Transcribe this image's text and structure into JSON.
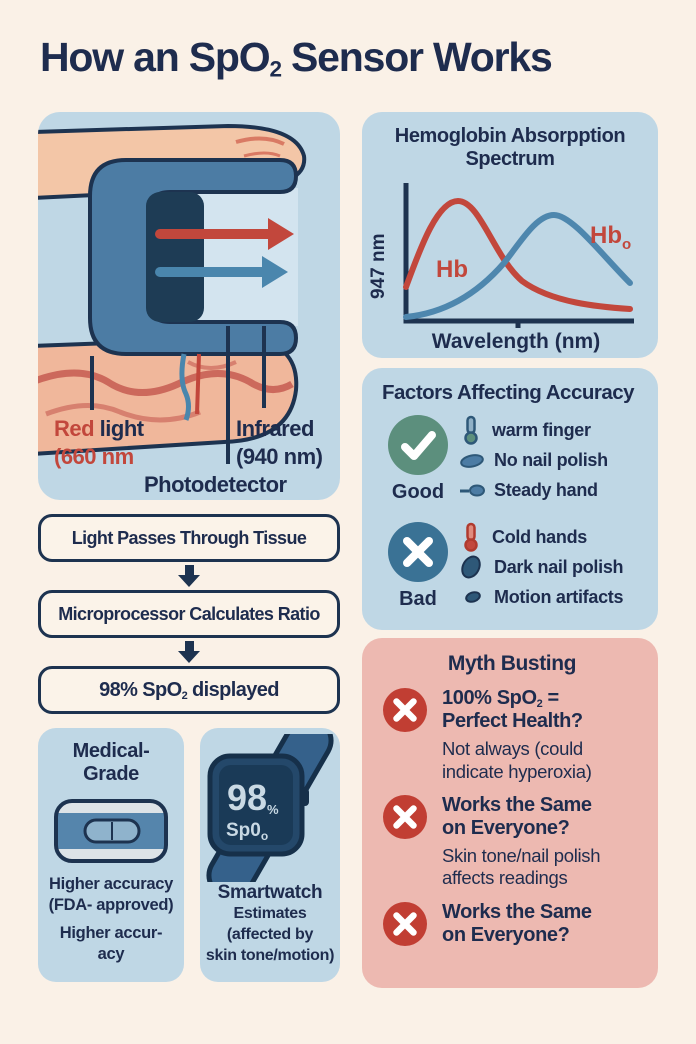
{
  "title": {
    "pre": "How an SpO",
    "sub": "2",
    "post": " Sensor Works"
  },
  "colors": {
    "background": "#FAF1E7",
    "navy": "#1E2C4E",
    "panel_blue": "#BFD7E5",
    "red": "#C2473C",
    "curve_blue": "#4E87AE",
    "good_green": "#5C8F7D",
    "bad_blue": "#3A7295",
    "myth_pink": "#EDB9B1",
    "myth_red": "#C13E33",
    "box_cream": "#FBF3E9"
  },
  "sensor_panel": {
    "red_light_word1": "Red",
    "red_light_word2": " light",
    "red_light_line2": "(660 nm",
    "infrared_line1": "Infrared",
    "infrared_line2": "(940 nm)",
    "photodetector": "Photodetector"
  },
  "spectrum_chart": {
    "title_line1": "Hemoglobin Absorpption",
    "title_line2": "Spectrum",
    "ylabel": "947 nm",
    "xlabel": "Wavelength (nm)",
    "label_hb": "Hb",
    "label_hbo_pre": "Hb",
    "label_hbo_sub": "o"
  },
  "chart_data": {
    "type": "line",
    "title": "Hemoglobin Absorpption Spectrum",
    "xlabel": "Wavelength (nm)",
    "ylabel": "947 nm",
    "grid": false,
    "legend": [
      "Hb",
      "Hbo"
    ],
    "series": [
      {
        "name": "Hb",
        "color": "#C2473C",
        "points_norm": [
          [
            0.0,
            0.25
          ],
          [
            0.12,
            0.55
          ],
          [
            0.23,
            0.88
          ],
          [
            0.35,
            0.55
          ],
          [
            0.5,
            0.28
          ],
          [
            0.7,
            0.12
          ],
          [
            0.85,
            0.09
          ],
          [
            1.0,
            0.08
          ]
        ]
      },
      {
        "name": "Hbo",
        "color": "#4E87AE",
        "points_norm": [
          [
            0.0,
            0.03
          ],
          [
            0.2,
            0.12
          ],
          [
            0.42,
            0.42
          ],
          [
            0.55,
            0.62
          ],
          [
            0.66,
            0.77
          ],
          [
            0.8,
            0.6
          ],
          [
            0.9,
            0.4
          ],
          [
            1.0,
            0.27
          ]
        ]
      }
    ]
  },
  "factors": {
    "title": "Factors Affecting Accuracy",
    "good_label": "Good",
    "good_items": [
      "warm finger",
      "No nail polish",
      "Steady hand"
    ],
    "bad_label": "Bad",
    "bad_items": [
      "Cold hands",
      "Dark nail polish",
      "Motion artifacts"
    ]
  },
  "flowchart": {
    "step1": "Light Passes Through Tissue",
    "step2": "Microprocessor Calculates Ratio",
    "step3_pre": "98% SpO",
    "step3_sub": "2",
    "step3_post": " displayed"
  },
  "medical": {
    "title_line1": "Medical-",
    "title_line2": "Grade",
    "line1": "Higher accuracy",
    "line2": "(FDA- approved)",
    "line3": "Higher accur-",
    "line4": "acy"
  },
  "smartwatch": {
    "display_value": "98",
    "display_percent": "%",
    "display_label_pre": "Sp0",
    "display_label_sub": "o",
    "caption_line1": "Smartwatch",
    "caption_line2": "Estimates",
    "caption_line3": "(affected by",
    "caption_line4": "skin tone/motion)"
  },
  "myth": {
    "title": "Myth Busting",
    "items": [
      {
        "heading_pre": "100% SpO",
        "heading_sub": "2",
        "heading_post": " =",
        "heading_line2": "Perfect Health?",
        "body": "Not always (could indicate hyperoxia)"
      },
      {
        "heading_pre": "Works the Same",
        "heading_sub": "",
        "heading_post": "",
        "heading_line2": "on Everyone?",
        "body": "Skin tone/nail polish affects readings"
      },
      {
        "heading_pre": "Works the Same",
        "heading_sub": "",
        "heading_post": "",
        "heading_line2": "on Everyone?",
        "body": ""
      }
    ]
  }
}
